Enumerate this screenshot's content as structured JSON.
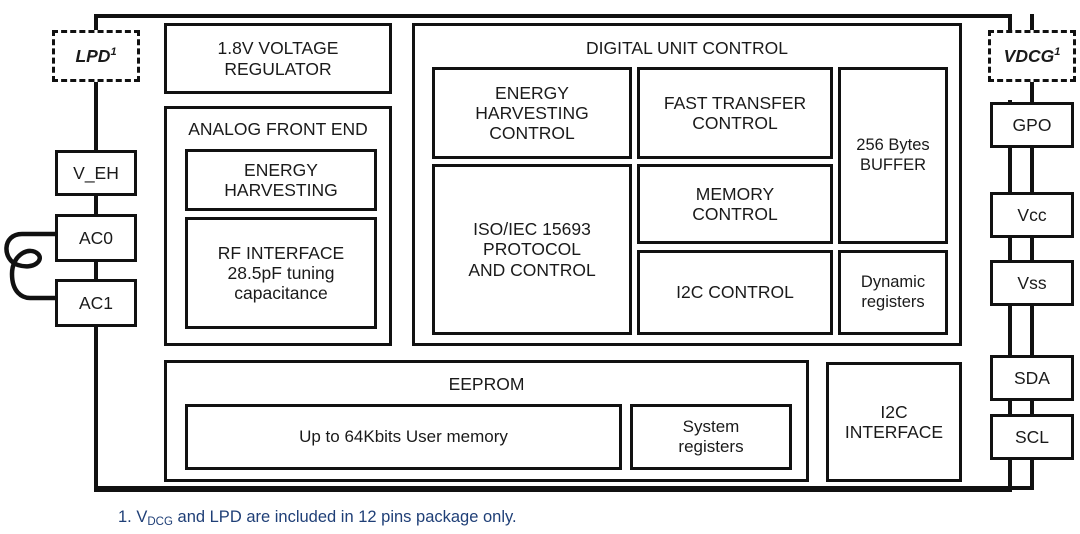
{
  "diagram": {
    "title": "RFID dual-interface EEPROM block diagram",
    "optional_pins": [
      {
        "name": "lpd-pin",
        "label": "LPD",
        "footnote_marker": "1"
      },
      {
        "name": "vdcg-pin",
        "label": "VDCG",
        "footnote_marker": "1"
      }
    ],
    "left_pins": [
      {
        "label": "V_EH"
      },
      {
        "label": "AC0"
      },
      {
        "label": "AC1"
      }
    ],
    "right_pins": [
      {
        "label": "GPO"
      },
      {
        "label": "Vcc"
      },
      {
        "label": "Vss"
      },
      {
        "label": "SDA"
      },
      {
        "label": "SCL"
      }
    ],
    "blocks": {
      "voltage_regulator": "1.8V VOLTAGE\nREGULATOR",
      "analog_front_end": {
        "title": "ANALOG FRONT END",
        "children": [
          "ENERGY\nHARVESTING",
          "RF INTERFACE\n28.5pF tuning\ncapacitance"
        ]
      },
      "digital_unit_control": {
        "title": "DIGITAL UNIT CONTROL",
        "children": [
          "ENERGY\nHARVESTING\nCONTROL",
          "FAST TRANSFER\nCONTROL",
          "256 Bytes\nBUFFER",
          "ISO/IEC 15693\nPROTOCOL\nAND CONTROL",
          "MEMORY\nCONTROL",
          "I2C CONTROL",
          "Dynamic\nregisters"
        ]
      },
      "eeprom": {
        "title": "EEPROM",
        "children": [
          "Up to 64Kbits User memory",
          "System\nregisters"
        ]
      },
      "i2c_interface": "I2C\nINTERFACE"
    },
    "footnote": {
      "number": "1.",
      "prefix": "V",
      "subscript": "DCG",
      "rest": " and LPD are included in 12 pins package only.",
      "color": "#1f3f77"
    },
    "colors": {
      "line": "#111111",
      "background": "#ffffff",
      "footnote": "#1f3f77"
    }
  }
}
